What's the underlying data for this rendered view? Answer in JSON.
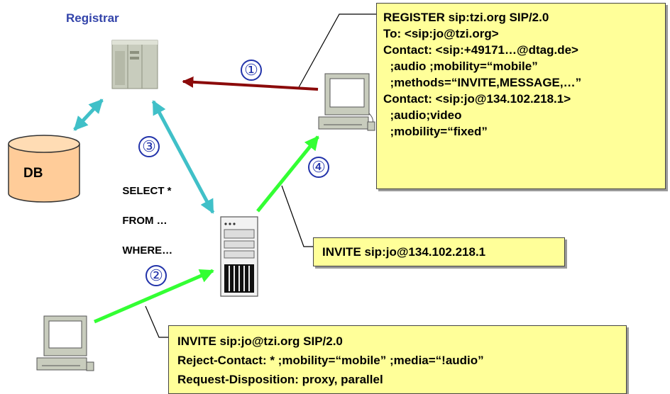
{
  "title": "SIP registration and caller preferences",
  "registrar": {
    "label": "Registrar"
  },
  "database": {
    "label": "DB"
  },
  "query": {
    "lines": [
      "SELECT *",
      "FROM …",
      "WHERE…"
    ]
  },
  "steps": [
    "①",
    "②",
    "③",
    "④"
  ],
  "notes": {
    "register": [
      "REGISTER sip:tzi.org SIP/2.0",
      "To: <sip:jo@tzi.org>",
      "Contact: <sip:+49171…@dtag.de>",
      "  ;audio ;mobility=“mobile”",
      "  ;methods=“INVITE,MESSAGE,…”",
      "Contact: <sip:jo@134.102.218.1>",
      "  ;audio;video",
      "  ;mobility=“fixed”"
    ],
    "invite_proxy": [
      "INVITE sip:jo@134.102.218.1"
    ],
    "invite_caller": [
      "INVITE sip:jo@tzi.org SIP/2.0",
      "Reject-Contact: * ;mobility=“mobile” ;media=“!audio”",
      "Request-Disposition: proxy, parallel"
    ]
  },
  "colors": {
    "note_fill": "#ffff99",
    "register_arrow": "#8b0a0a",
    "invite_arrow": "#33ff33",
    "query_arrow": "#40c0c8",
    "step_number": "#2233aa",
    "db_fill": "#ffcc99"
  }
}
